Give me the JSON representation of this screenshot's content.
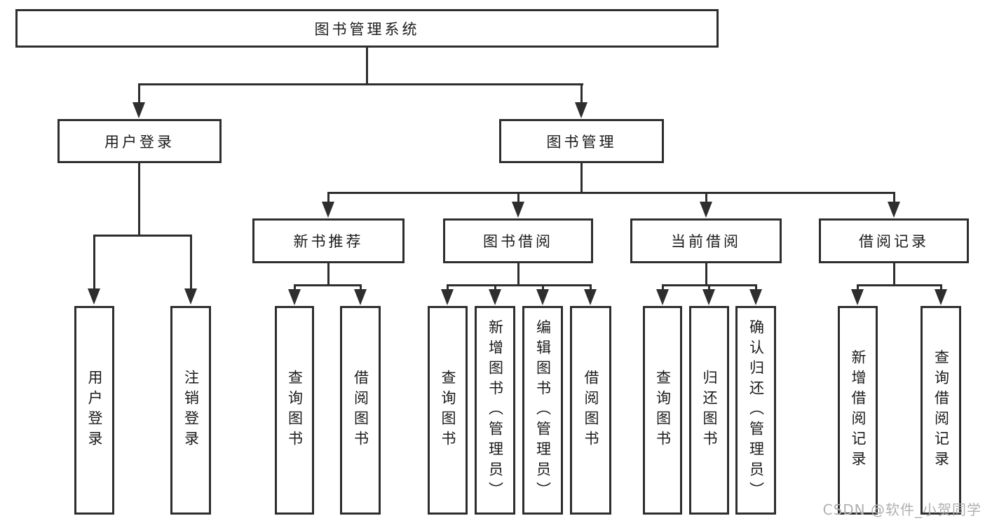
{
  "colors": {
    "line": "#2e2e2e",
    "text": "#1b1b1b",
    "background": "#ffffff",
    "watermark_text": "#b0b0b0"
  },
  "watermark": {
    "text": "CSDN @软件_小贺同学"
  },
  "diagram": {
    "root": {
      "label": "图书管理系统"
    },
    "level2": [
      {
        "label": "用户登录",
        "children": [
          {
            "label": "用户登录"
          },
          {
            "label": "注销登录"
          }
        ]
      },
      {
        "label": "图书管理",
        "children": [
          {
            "label": "新书推荐",
            "children": [
              {
                "label": "查询图书"
              },
              {
                "label": "借阅图书"
              }
            ]
          },
          {
            "label": "图书借阅",
            "children": [
              {
                "label": "查询图书"
              },
              {
                "label": "新增图书（管理员）"
              },
              {
                "label": "编辑图书（管理员）"
              },
              {
                "label": "借阅图书"
              }
            ]
          },
          {
            "label": "当前借阅",
            "children": [
              {
                "label": "查询图书"
              },
              {
                "label": "归还图书"
              },
              {
                "label": "确认归还（管理员）"
              }
            ]
          },
          {
            "label": "借阅记录",
            "children": [
              {
                "label": "新增借阅记录"
              },
              {
                "label": "查询借阅记录"
              }
            ]
          }
        ]
      }
    ]
  }
}
